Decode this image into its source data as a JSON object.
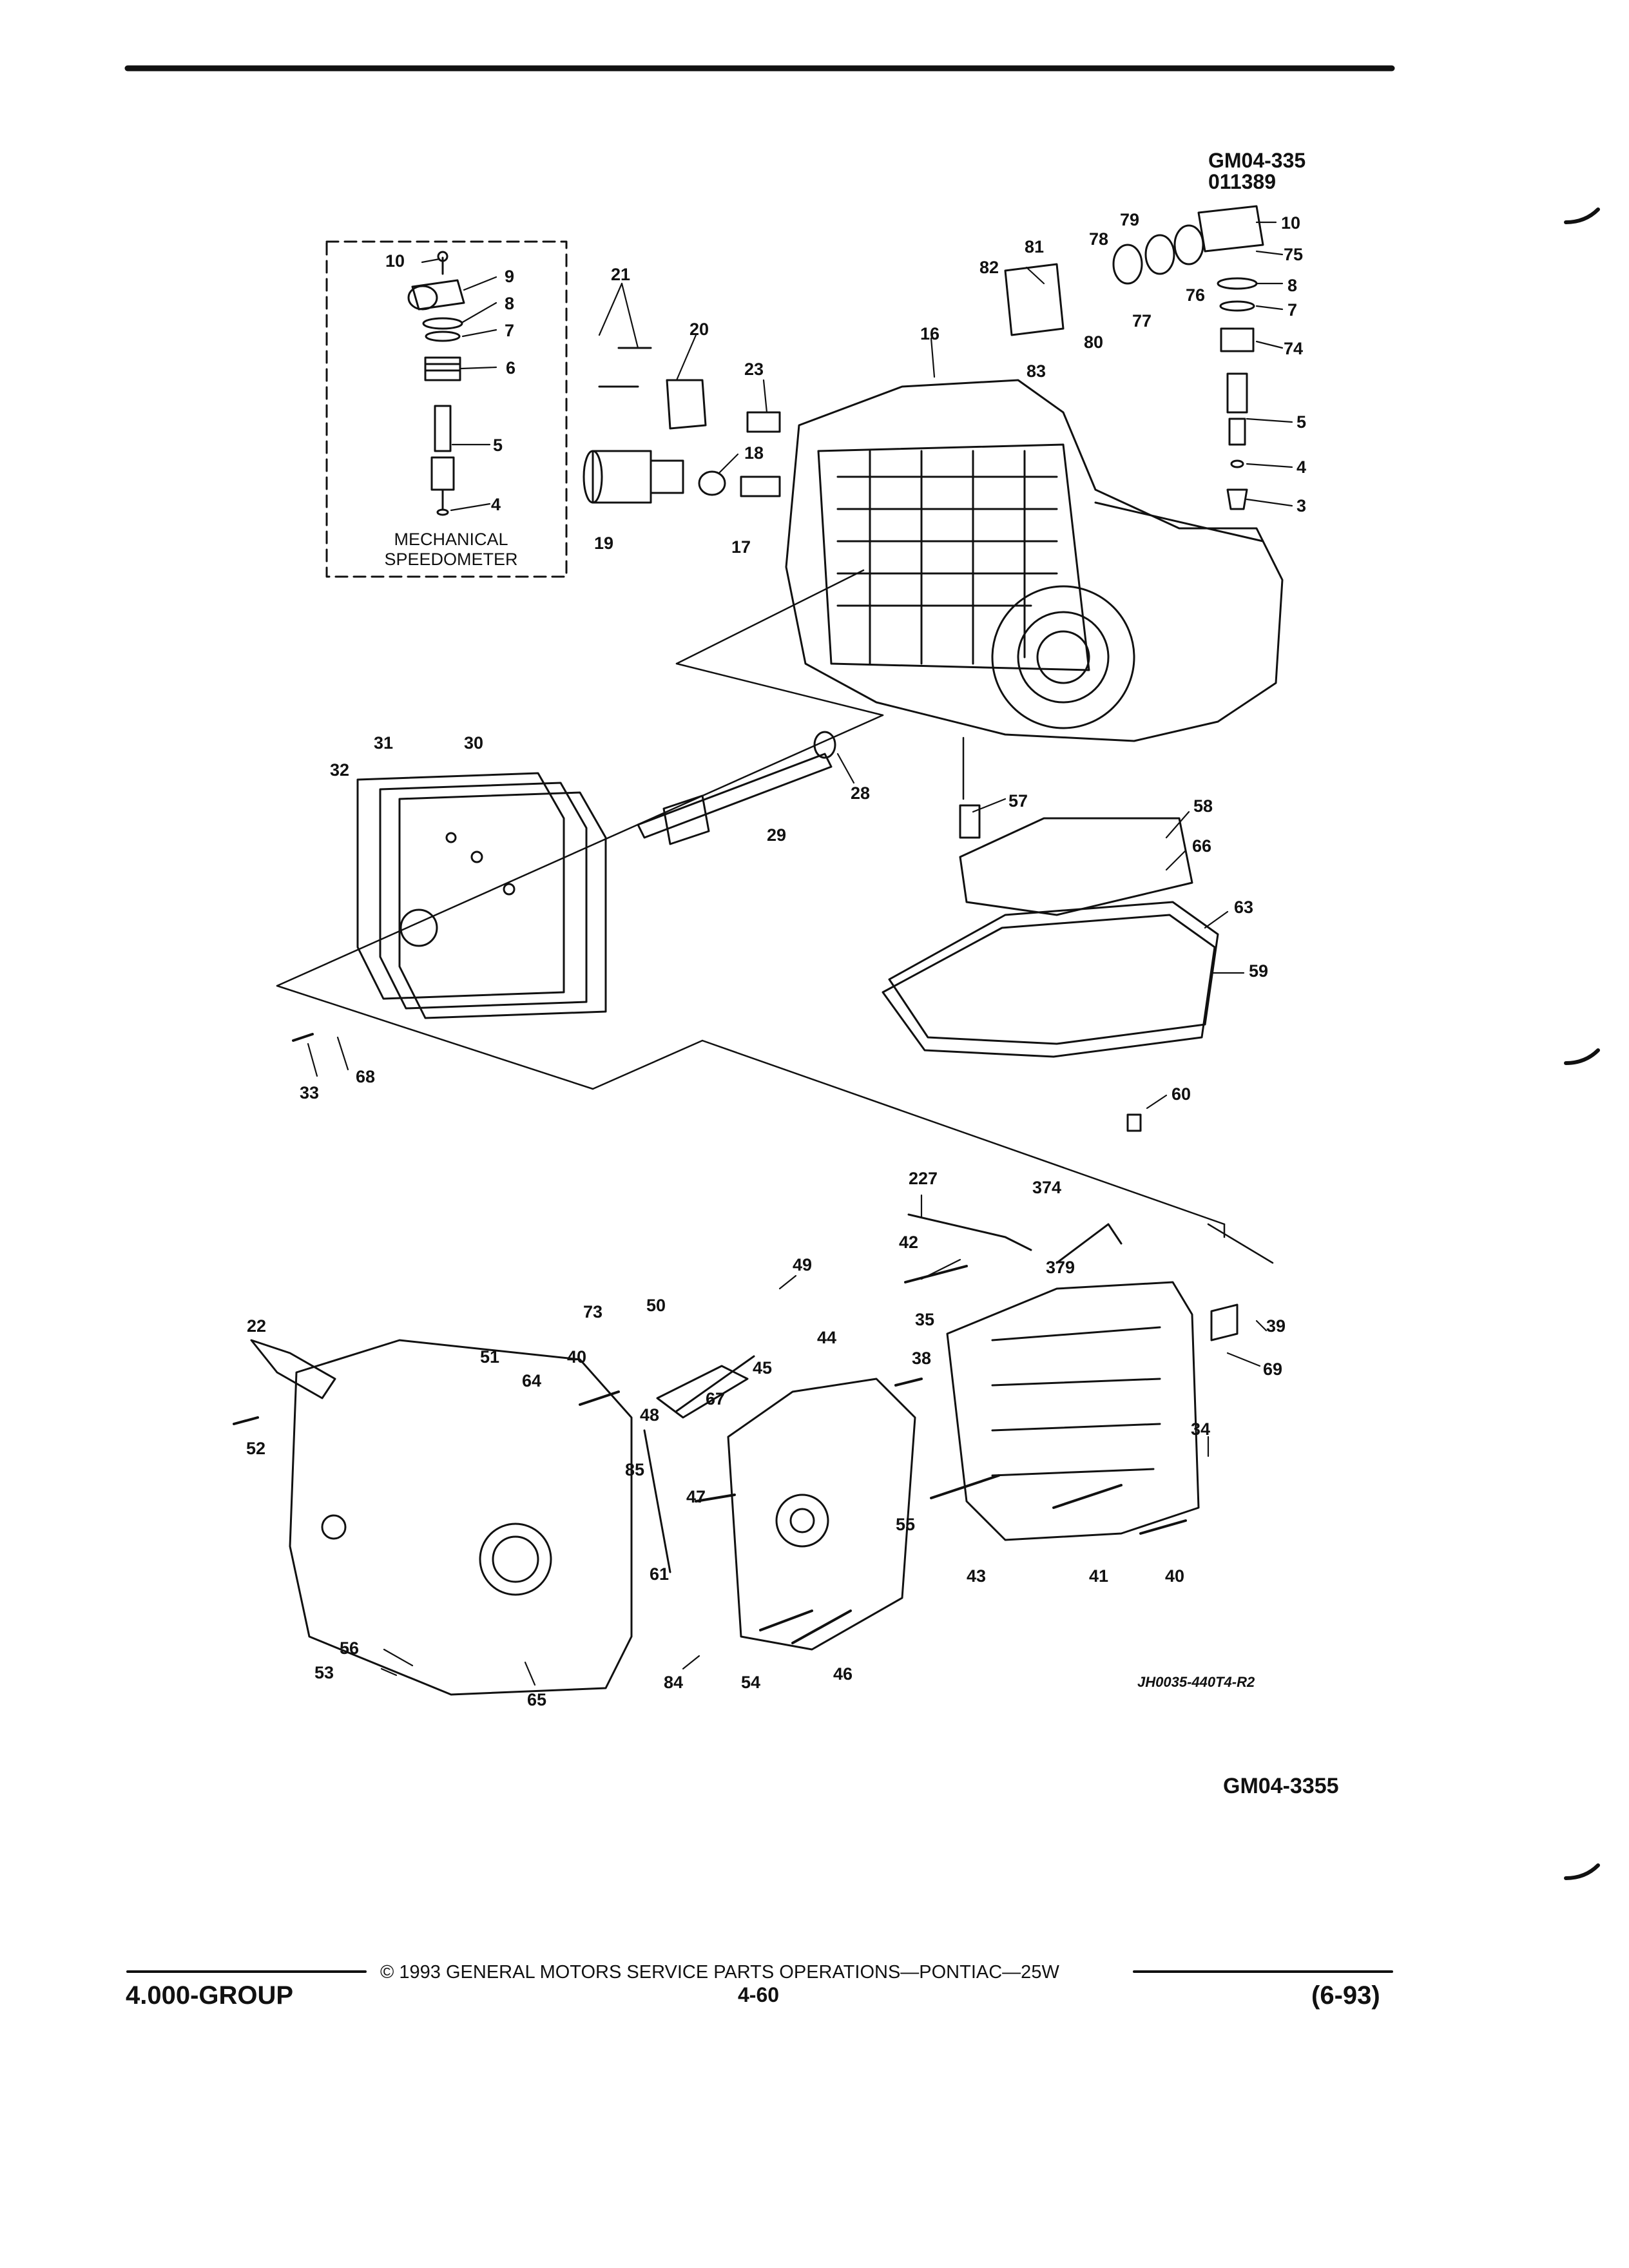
{
  "figure_codes": {
    "code_top": "GM04-335",
    "code_sub": "011389",
    "art_ref": "JH0035-440T4-R2",
    "code_bottom": "GM04-3355"
  },
  "inset": {
    "caption_line1": "MECHANICAL",
    "caption_line2": "SPEEDOMETER"
  },
  "callouts": {
    "c10a": "10",
    "c9a": "9",
    "c8a": "8",
    "c7a": "7",
    "c6": "6",
    "c5a": "5",
    "c4a": "4",
    "c21": "21",
    "c20": "20",
    "c19": "19",
    "c18": "18",
    "c17": "17",
    "c23": "23",
    "c16": "16",
    "c82": "82",
    "c81": "81",
    "c83": "83",
    "c80": "80",
    "c78": "78",
    "c79": "79",
    "c77": "77",
    "c76": "76",
    "c10b": "10",
    "c75": "75",
    "c8b": "8",
    "c7b": "7",
    "c74": "74",
    "c5b": "5",
    "c4b": "4",
    "c3": "3",
    "c31": "31",
    "c30": "30",
    "c32": "32",
    "c28": "28",
    "c29": "29",
    "c33": "33",
    "c68": "68",
    "c57": "57",
    "c58": "58",
    "c66": "66",
    "c63": "63",
    "c59": "59",
    "c60": "60",
    "c227": "227",
    "c374": "374",
    "c42": "42",
    "c379": "379",
    "c49": "49",
    "c35": "35",
    "c39": "39",
    "c69": "69",
    "c22": "22",
    "c73": "73",
    "c50": "50",
    "c44": "44",
    "c40a": "40",
    "c51": "51",
    "c64": "64",
    "c45": "45",
    "c38": "38",
    "c48": "48",
    "c67": "67",
    "c52": "52",
    "c85": "85",
    "c47": "47",
    "c55": "55",
    "c34": "34",
    "c61": "61",
    "c43": "43",
    "c41": "41",
    "c40b": "40",
    "c56": "56",
    "c53": "53",
    "c84": "84",
    "c54": "54",
    "c46": "46",
    "c65": "65"
  },
  "footer": {
    "copyright": "© 1993 GENERAL MOTORS SERVICE PARTS OPERATIONS—PONTIAC—25W",
    "group": "4.000-GROUP",
    "page": "4-60",
    "date": "(6-93)"
  }
}
